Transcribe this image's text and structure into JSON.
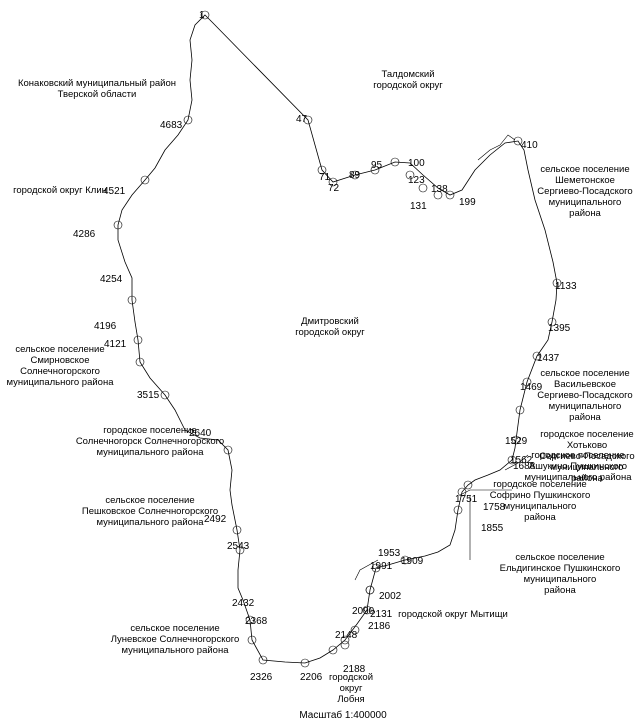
{
  "map": {
    "scale": "Масштаб 1:400000",
    "regions": [
      {
        "id": "konakovo",
        "lines": [
          "Конаковский муниципальный район",
          "Тверской области"
        ]
      },
      {
        "id": "taldom",
        "lines": [
          "Талдомский",
          "городской округ"
        ]
      },
      {
        "id": "klin",
        "lines": [
          "городской округ Клин"
        ]
      },
      {
        "id": "shemetovo",
        "lines": [
          "сельское поселение",
          "Шеметонское",
          "Сергиево-Посадского",
          "муниципального",
          "района"
        ]
      },
      {
        "id": "dmitrov",
        "lines": [
          "Дмитровский",
          "городской округ"
        ]
      },
      {
        "id": "smirnovo",
        "lines": [
          "сельское поселение",
          "Смирновское",
          "Солнечногорского",
          "муниципального района"
        ]
      },
      {
        "id": "vasilyevskoe",
        "lines": [
          "сельское поселение",
          "Васильевское",
          "Сергиево-Посадского",
          "муниципального",
          "района"
        ]
      },
      {
        "id": "solnechnogorsk",
        "lines": [
          "городское поселение",
          "Солнечногорск Солнечногорского",
          "муниципального района"
        ]
      },
      {
        "id": "khotkovo",
        "lines": [
          "городское поселение",
          "Хотьково",
          "Сергиево-Посадского",
          "муниципального",
          "района"
        ]
      },
      {
        "id": "ashukino",
        "lines": [
          "городское поселение",
          "Ашукино Пушкинского",
          "муниципального района"
        ]
      },
      {
        "id": "peshki",
        "lines": [
          "сельское поселение",
          "Пешковское Солнечногорского",
          "муниципального района"
        ]
      },
      {
        "id": "sofrino",
        "lines": [
          "городское поселение",
          "Софрино Пушкинского",
          "муниципального",
          "района"
        ]
      },
      {
        "id": "eldigino",
        "lines": [
          "сельское поселение",
          "Ельдигинское Пушкинского",
          "муниципального",
          "района"
        ]
      },
      {
        "id": "mytishchi",
        "lines": [
          "городской округ Мытищи"
        ]
      },
      {
        "id": "lunyovo",
        "lines": [
          "сельское поселение",
          "Луневское Солнечногорского",
          "муниципального района"
        ]
      },
      {
        "id": "lobnya",
        "lines": [
          "городской",
          "округ",
          "Лобня"
        ]
      }
    ],
    "points": [
      "1",
      "47",
      "71",
      "72",
      "89",
      "95",
      "100",
      "123",
      "138",
      "131",
      "199",
      "410",
      "1133",
      "1395",
      "1437",
      "1469",
      "1529",
      "1562",
      "1688",
      "1751",
      "1758",
      "1855",
      "1909",
      "1953",
      "1991",
      "2002",
      "2090",
      "2131",
      "2148",
      "2186",
      "2188",
      "2206",
      "2326",
      "2368",
      "2432",
      "2492",
      "2543",
      "2640",
      "3515",
      "4121",
      "4196",
      "4254",
      "4286",
      "4521",
      "4683"
    ]
  }
}
